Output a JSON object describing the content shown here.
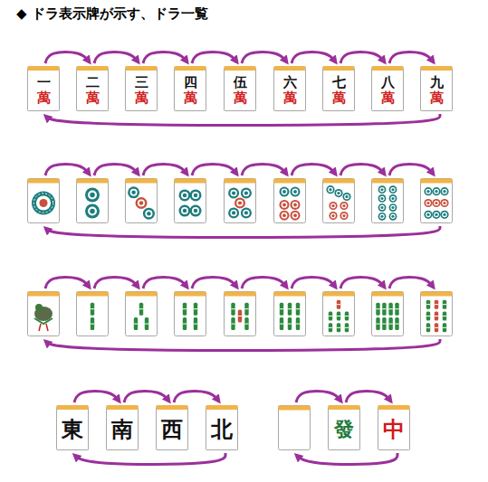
{
  "diagram": {
    "title": "◆ ドラ表示牌が示す、ドラ一覧",
    "nodes": [
      {
        "text": [
          "一",
          "萬"
        ]
      },
      {
        "text": [
          "二",
          "萬"
        ]
      },
      {
        "text": [
          "三",
          "萬"
        ]
      },
      {
        "text": [
          "四",
          "萬"
        ]
      },
      {
        "text": [
          "伍",
          "萬"
        ]
      },
      {
        "text": [
          "六",
          "萬"
        ]
      },
      {
        "text": [
          "七",
          "萬"
        ]
      },
      {
        "text": [
          "八",
          "萬"
        ]
      },
      {
        "text": [
          "九",
          "萬"
        ]
      },
      {
        "text": [
          "東"
        ]
      },
      {
        "text": [
          "南"
        ]
      },
      {
        "text": [
          "西"
        ]
      },
      {
        "text": [
          "北"
        ]
      },
      {
        "text": [
          "發"
        ]
      },
      {
        "text": [
          "中"
        ]
      }
    ],
    "edges": [
      {
        "from": 0,
        "to": 1,
        "arrow": "to"
      },
      {
        "from": 1,
        "to": 2,
        "arrow": "to"
      },
      {
        "from": 2,
        "to": 3,
        "arrow": "to"
      },
      {
        "from": 3,
        "to": 4,
        "arrow": "to"
      },
      {
        "from": 4,
        "to": 5,
        "arrow": "to"
      },
      {
        "from": 5,
        "to": 6,
        "arrow": "to"
      },
      {
        "from": 6,
        "to": 7,
        "arrow": "to"
      },
      {
        "from": 7,
        "to": 8,
        "arrow": "to"
      },
      {
        "from": 8,
        "to": 0,
        "arrow": "to"
      },
      {
        "from": 9,
        "to": 10,
        "arrow": "to"
      },
      {
        "from": 10,
        "to": 11,
        "arrow": "to"
      },
      {
        "from": 11,
        "to": 12,
        "arrow": "to"
      },
      {
        "from": 12,
        "to": 9,
        "arrow": "to"
      },
      {
        "from": 13,
        "to": 14,
        "arrow": "to"
      }
    ]
  }
}
